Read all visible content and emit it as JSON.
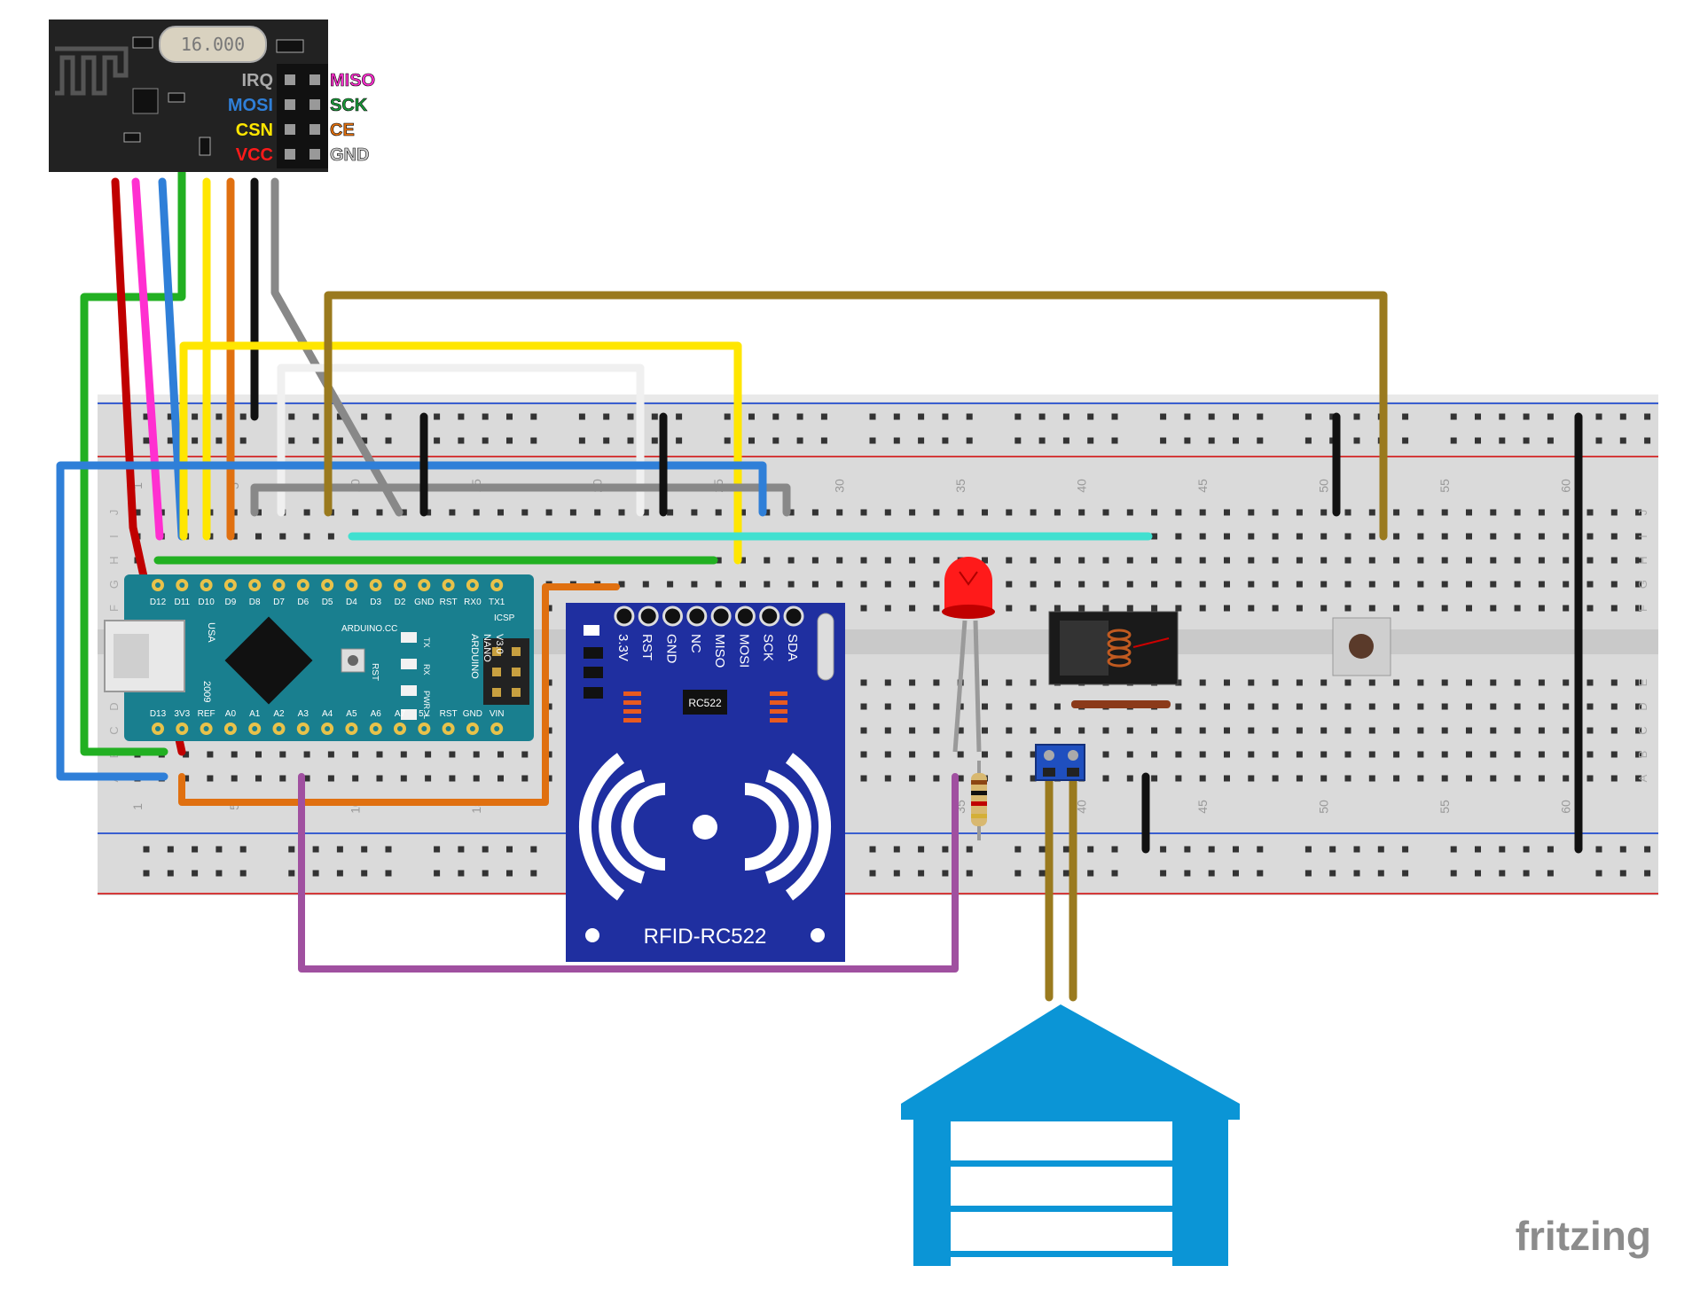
{
  "nrf24": {
    "crystal": "16.000",
    "pins_left": [
      "IRQ",
      "MOSI",
      "CSN",
      "VCC"
    ],
    "pins_right": [
      "MISO",
      "SCK",
      "CE",
      "GND"
    ]
  },
  "nano": {
    "top_pins": [
      "D12",
      "D11",
      "D10",
      "D9",
      "D8",
      "D7",
      "D6",
      "D5",
      "D4",
      "D3",
      "D2",
      "GND",
      "RST",
      "RX0",
      "TX1"
    ],
    "bottom_pins": [
      "D13",
      "3V3",
      "REF",
      "A0",
      "A1",
      "A2",
      "A3",
      "A4",
      "A5",
      "A6",
      "A7",
      "5V",
      "RST",
      "GND",
      "VIN"
    ],
    "brand": "ARDUINO.CC",
    "model": [
      "ARDUINO",
      "NANO",
      "V3.0"
    ],
    "usa": "USA",
    "year": "2009",
    "rst": "RST",
    "icsp": "ICSP",
    "leds": [
      "TX",
      "RX",
      "PWR",
      "L"
    ]
  },
  "rfid": {
    "pins": [
      "SDA",
      "SCK",
      "MOSI",
      "MISO",
      "NC",
      "GND",
      "RST",
      "3.3V"
    ],
    "chip": "RC522",
    "title": "RFID-RC522"
  },
  "breadboard": {
    "column_numbers": [
      "1",
      "5",
      "10",
      "15",
      "20",
      "25",
      "30",
      "35",
      "40",
      "45",
      "50",
      "55",
      "60"
    ],
    "row_letters_top": [
      "J",
      "I",
      "H",
      "G",
      "F"
    ],
    "row_letters_bottom": [
      "E",
      "D",
      "C",
      "B",
      "A"
    ]
  },
  "watermark": "fritzing",
  "colors": {
    "red": "#c00000",
    "magenta": "#ff2fd0",
    "blue": "#2f7fd8",
    "green": "#22b022",
    "yellow": "#ffe600",
    "orange": "#e07010",
    "black": "#111111",
    "gray": "#888888",
    "white": "#f0f0f0",
    "brown": "#9a7a1e",
    "purple": "#a050a0",
    "cyan": "#40e0d0",
    "nano_teal": "#197f8f",
    "rfid_blue": "#1f2fa0",
    "garage_blue": "#0b95d6"
  }
}
